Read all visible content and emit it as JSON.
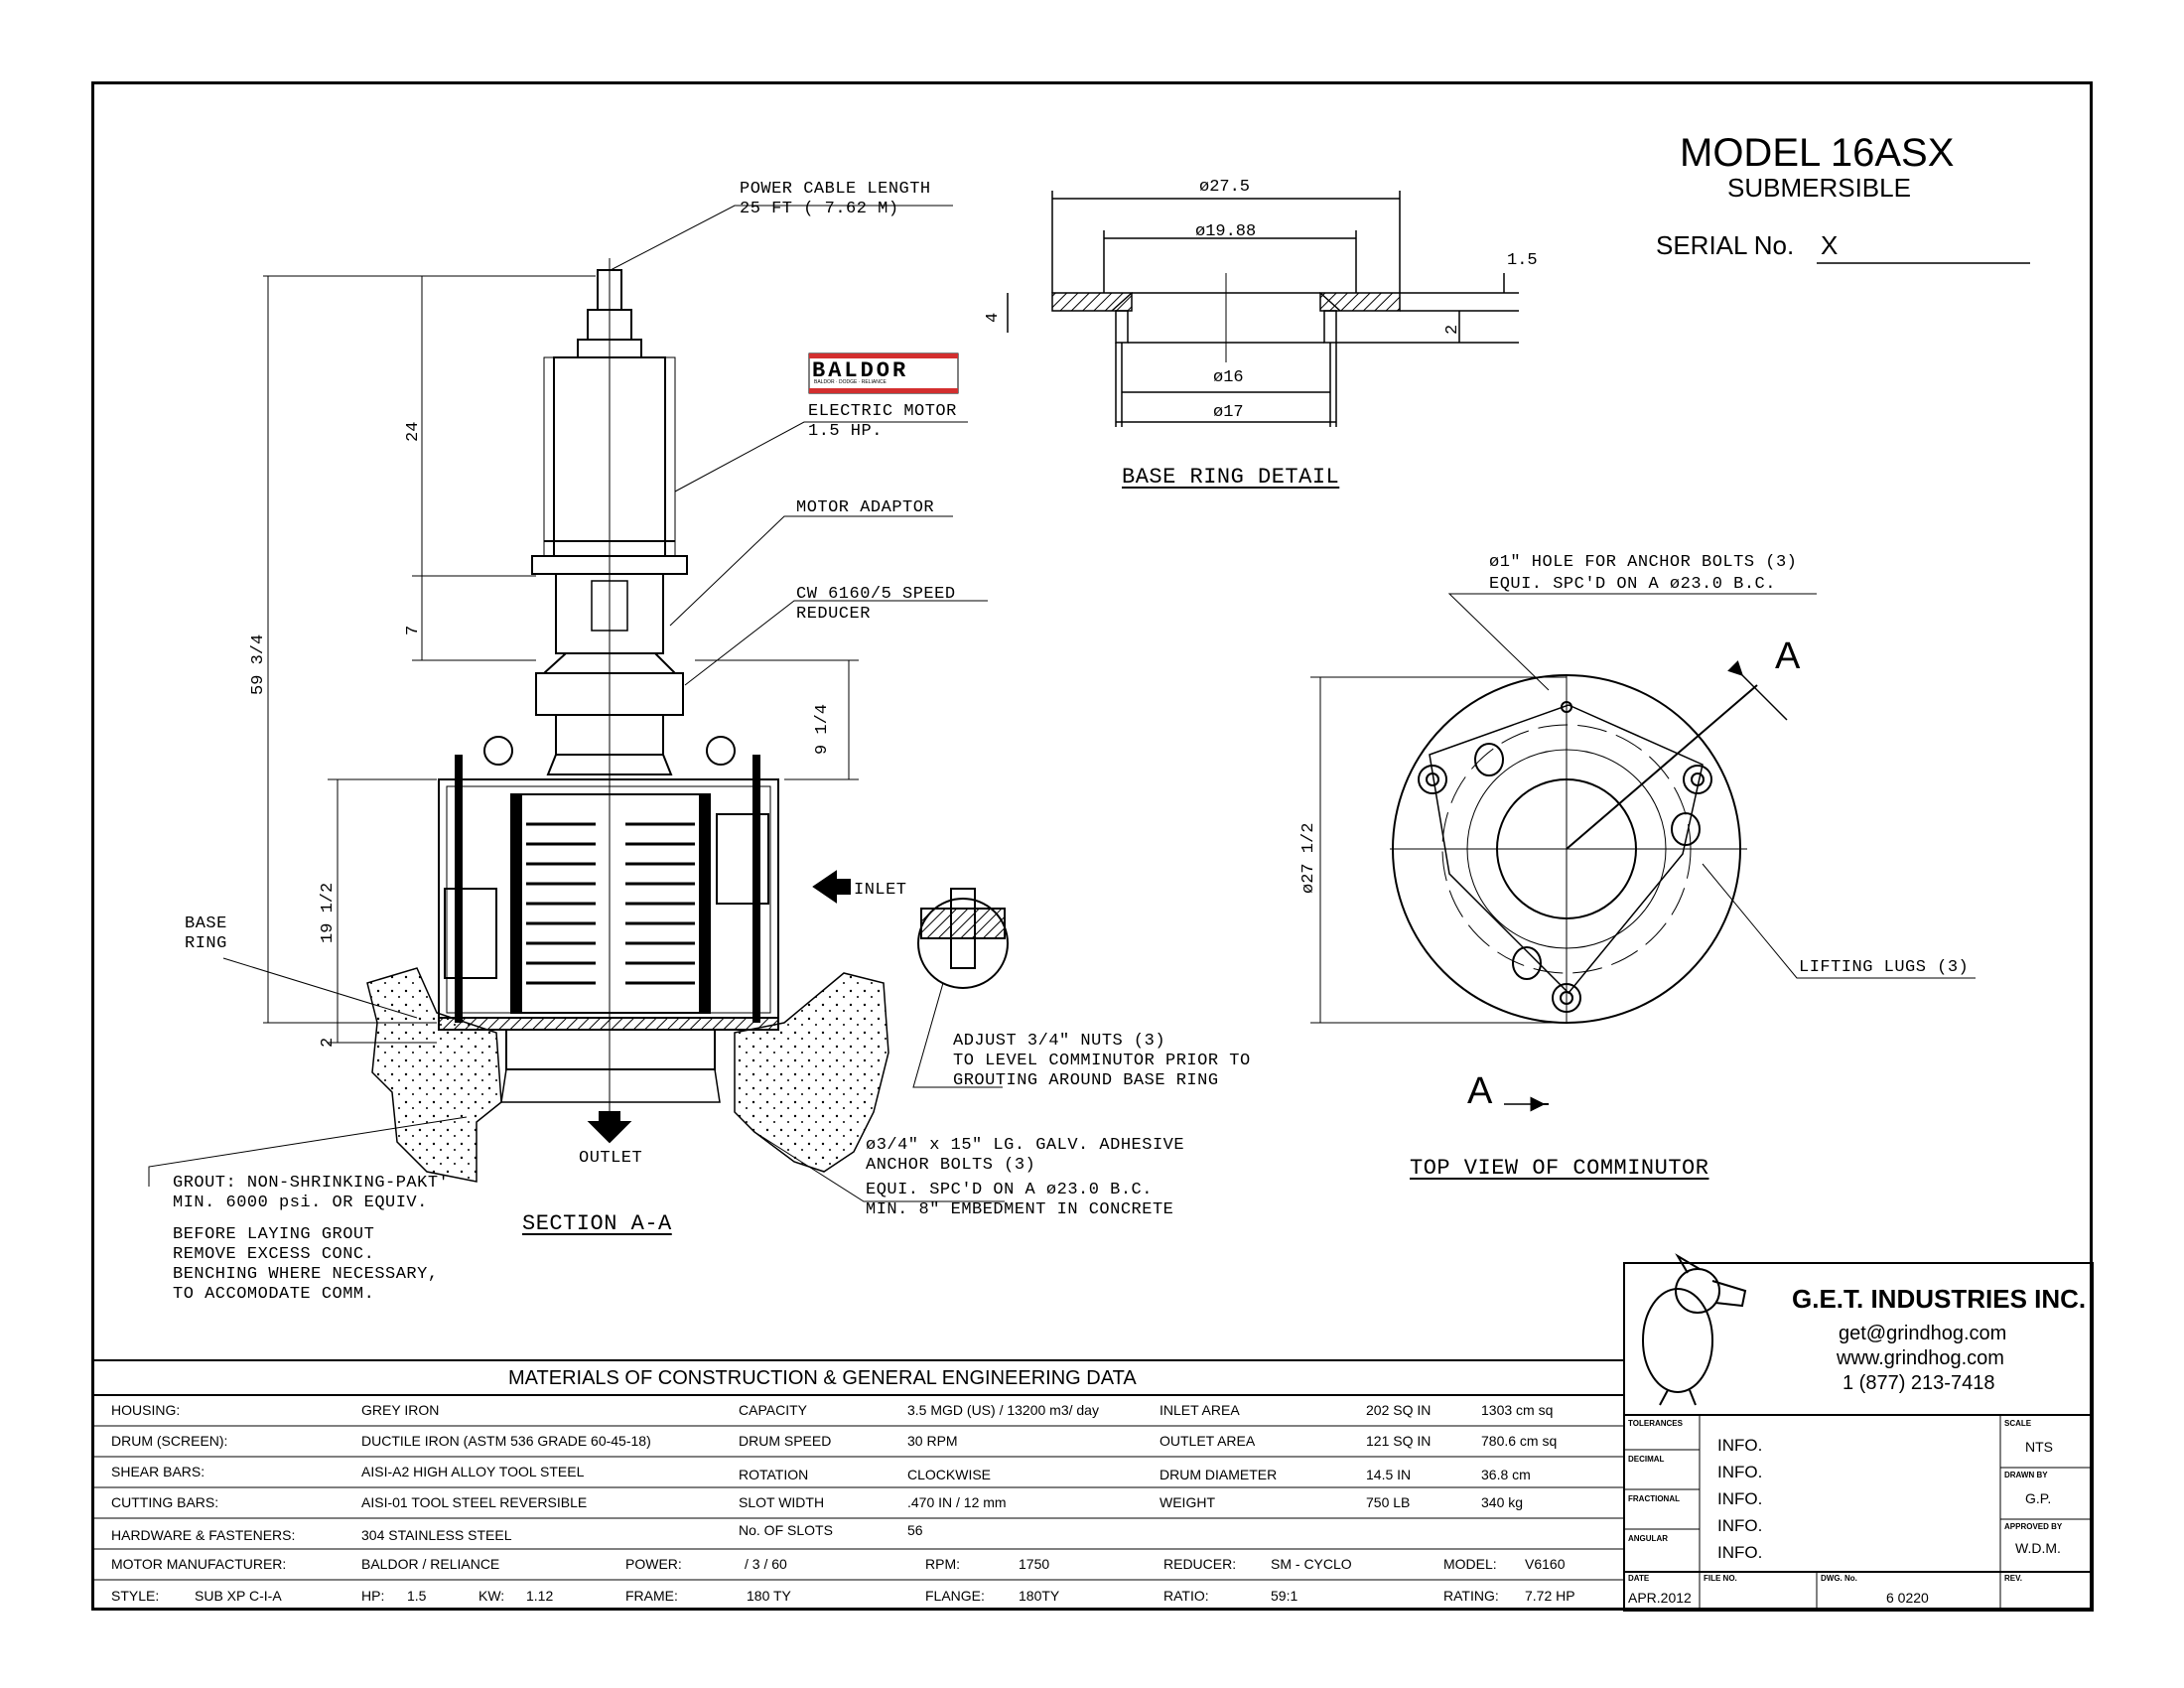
{
  "title": {
    "model": "MODEL 16ASX",
    "subtitle": "SUBMERSIBLE",
    "serial_label": "SERIAL No.",
    "serial_value": "X"
  },
  "brand_logo": {
    "text": "BALDOR",
    "subtext": "BALDOR · DODGE · RELIANCE"
  },
  "callouts": {
    "power_cable_1": "POWER CABLE LENGTH",
    "power_cable_2": "25 FT ( 7.62 M)",
    "motor_1": "ELECTRIC MOTOR",
    "motor_2": "1.5 HP.",
    "adaptor": "MOTOR ADAPTOR",
    "reducer_1": "CW 6160/5 SPEED",
    "reducer_2": "REDUCER",
    "inlet": "INLET",
    "outlet": "OUTLET",
    "base_ring_1": "BASE",
    "base_ring_2": "RING",
    "adjust_1": "ADJUST 3/4\" NUTS (3)",
    "adjust_2": "TO LEVEL COMMINUTOR PRIOR TO",
    "adjust_3": "GROUTING AROUND BASE RING",
    "anchor_1": "ø3/4\" x 15\" LG. GALV. ADHESIVE",
    "anchor_2": "ANCHOR BOLTS (3)",
    "anchor_3": "EQUI. SPC'D ON A ø23.0 B.C.",
    "anchor_4": "MIN. 8\" EMBEDMENT IN CONCRETE",
    "grout_1": "GROUT: NON-SHRINKING-PAKT'",
    "grout_2": "MIN. 6000 psi. OR EQUIV.",
    "grout_3": "BEFORE LAYING GROUT",
    "grout_4": "REMOVE EXCESS CONC.",
    "grout_5": "BENCHING WHERE NECESSARY,",
    "grout_6": "TO ACCOMODATE COMM.",
    "section": "SECTION A-A",
    "hole_1": "ø1\" HOLE FOR ANCHOR BOLTS (3)",
    "hole_2": "EQUI. SPC'D ON A ø23.0 B.C.",
    "lifting": "LIFTING LUGS (3)",
    "top_view": "TOP VIEW OF COMMINUTOR",
    "base_ring_detail": "BASE RING DETAIL",
    "section_mark_a": "A"
  },
  "dimensions": {
    "d_24": "24",
    "d_7": "7",
    "d_59": "59 3/4",
    "d_9": "9 1/4",
    "d_19": "19 1/2",
    "d_2_left": "2",
    "d_27_5": "ø27.5",
    "d_19_88": "ø19.88",
    "d_16": "ø16",
    "d_17": "ø17",
    "d_1_5": "1.5",
    "d_4": "4",
    "d_2_ring": "2",
    "d_27_half": "ø27 1/2"
  },
  "company": {
    "name": "G.E.T. INDUSTRIES INC.",
    "email": "get@grindhog.com",
    "web": "www.grindhog.com",
    "phone": "1 (877) 213-7418"
  },
  "materials": {
    "heading": "MATERIALS OF CONSTRUCTION & GENERAL ENGINEERING DATA",
    "rows": [
      {
        "label": "HOUSING:",
        "value": "GREY IRON",
        "label2": "CAPACITY",
        "value2": "3.5 MGD (US) / 13200 m3/ day",
        "label3": "INLET AREA",
        "value3": "202 SQ IN",
        "value4": "1303 cm sq"
      },
      {
        "label": "DRUM (SCREEN):",
        "value": "DUCTILE IRON (ASTM 536 GRADE 60-45-18)",
        "label2": "DRUM SPEED",
        "value2": "30 RPM",
        "label3": "OUTLET AREA",
        "value3": "121 SQ IN",
        "value4": "780.6 cm sq"
      },
      {
        "label": "SHEAR BARS:",
        "value": "AISI-A2 HIGH ALLOY TOOL STEEL",
        "label2": "ROTATION",
        "value2": "CLOCKWISE",
        "label3": "DRUM DIAMETER",
        "value3": "14.5 IN",
        "value4": "36.8 cm"
      },
      {
        "label": "CUTTING BARS:",
        "value": "AISI-01 TOOL STEEL REVERSIBLE",
        "label2": "SLOT WIDTH",
        "value2": ".470 IN / 12 mm",
        "label3": "WEIGHT",
        "value3": "750 LB",
        "value4": "340 kg"
      },
      {
        "label": "HARDWARE & FASTENERS:",
        "value": "304 STAINLESS STEEL",
        "label2": "No. OF SLOTS",
        "value2": "56",
        "label3": "",
        "value3": "",
        "value4": ""
      }
    ],
    "motor_row": {
      "manufacturer_label": "MOTOR MANUFACTURER:",
      "manufacturer": "BALDOR / RELIANCE",
      "power_label": "POWER:",
      "power": "/ 3 / 60",
      "rpm_label": "RPM:",
      "rpm": "1750",
      "reducer_label": "REDUCER:",
      "reducer": "SM - CYCLO",
      "model_label": "MODEL:",
      "model": "V6160"
    },
    "style_row": {
      "style_label": "STYLE:",
      "style": "SUB XP C-I-A",
      "hp_label": "HP:",
      "hp": "1.5",
      "kw_label": "KW:",
      "kw": "1.12",
      "frame_label": "FRAME:",
      "frame": "180 TY",
      "flange_label": "FLANGE:",
      "flange": "180TY",
      "ratio_label": "RATIO:",
      "ratio": "59:1",
      "rating_label": "RATING:",
      "rating": "7.72 HP"
    }
  },
  "titleblock": {
    "tolerances": "TOLERANCES",
    "decimal": "DECIMAL",
    "fractional": "FRACTIONAL",
    "angular": "ANGULAR",
    "info": [
      "INFO.",
      "INFO.",
      "INFO.",
      "INFO.",
      "INFO."
    ],
    "scale_label": "SCALE",
    "scale": "NTS",
    "drawn_label": "DRAWN BY",
    "drawn": "G.P.",
    "approved_label": "APPROVED BY",
    "approved": "W.D.M.",
    "date_label": "DATE",
    "date": "APR.2012",
    "file_label": "FILE NO.",
    "file": "",
    "dwg_label": "DWG. No.",
    "dwg": "6 0220",
    "rev_label": "REV.",
    "rev": ""
  }
}
